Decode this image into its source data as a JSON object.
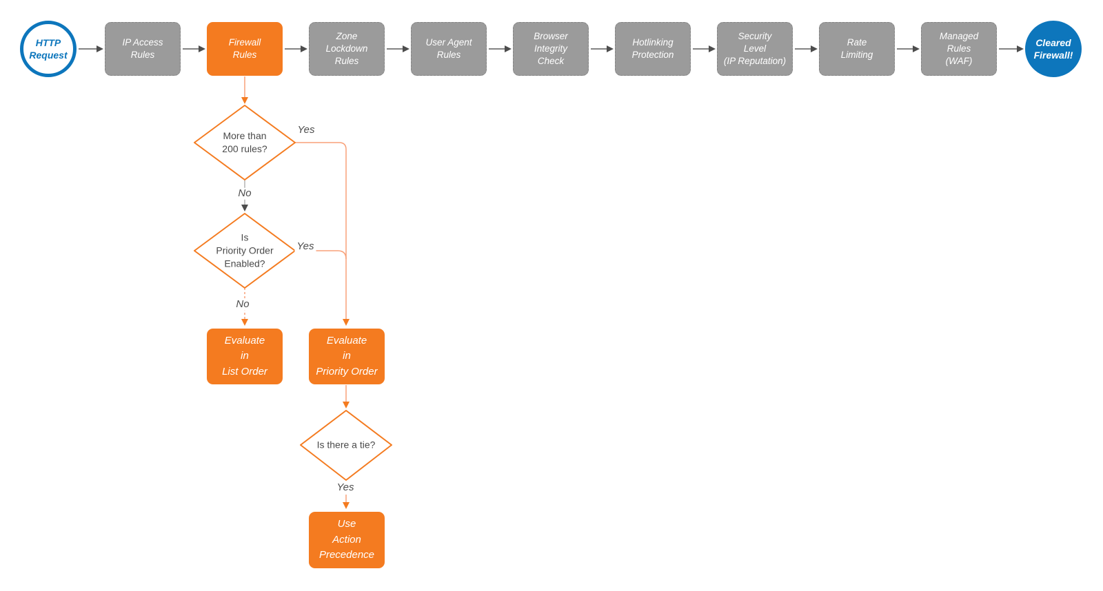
{
  "diagram": {
    "start": {
      "label": "HTTP\nRequest"
    },
    "stages": [
      {
        "label": "IP Access\nRules"
      },
      {
        "label": "Firewall\nRules",
        "highlight": true
      },
      {
        "label": "Zone\nLockdown\nRules"
      },
      {
        "label": "User Agent\nRules"
      },
      {
        "label": "Browser\nIntegrity\nCheck"
      },
      {
        "label": "Hotlinking\nProtection"
      },
      {
        "label": "Security\nLevel\n(IP Reputation)"
      },
      {
        "label": "Rate\nLimiting"
      },
      {
        "label": "Managed\nRules\n(WAF)"
      }
    ],
    "end": {
      "label": "Cleared\nFirewall!"
    },
    "decisions": [
      {
        "id": "more-than-200-rules",
        "label": "More than\n200 rules?",
        "yes_label": "Yes",
        "no_label": "No"
      },
      {
        "id": "priority-order-enabled",
        "label": "Is\nPriority Order\nEnabled?",
        "yes_label": "Yes",
        "no_label": "No"
      },
      {
        "id": "is-there-a-tie",
        "label": "Is there a tie?",
        "yes_label": "Yes"
      }
    ],
    "actions": [
      {
        "label": "Evaluate\nin\nList Order"
      },
      {
        "label": "Evaluate\nin\nPriority Order"
      },
      {
        "label": "Use\nAction\nPrecedence"
      }
    ],
    "colors": {
      "node_orange": "#F47B20",
      "wire_orange": "#F8A078",
      "node_gray": "#9B9B9B",
      "wire_gray": "#595959",
      "brand_blue": "#0D76BC",
      "text_dark": "#4D4D4D"
    }
  }
}
